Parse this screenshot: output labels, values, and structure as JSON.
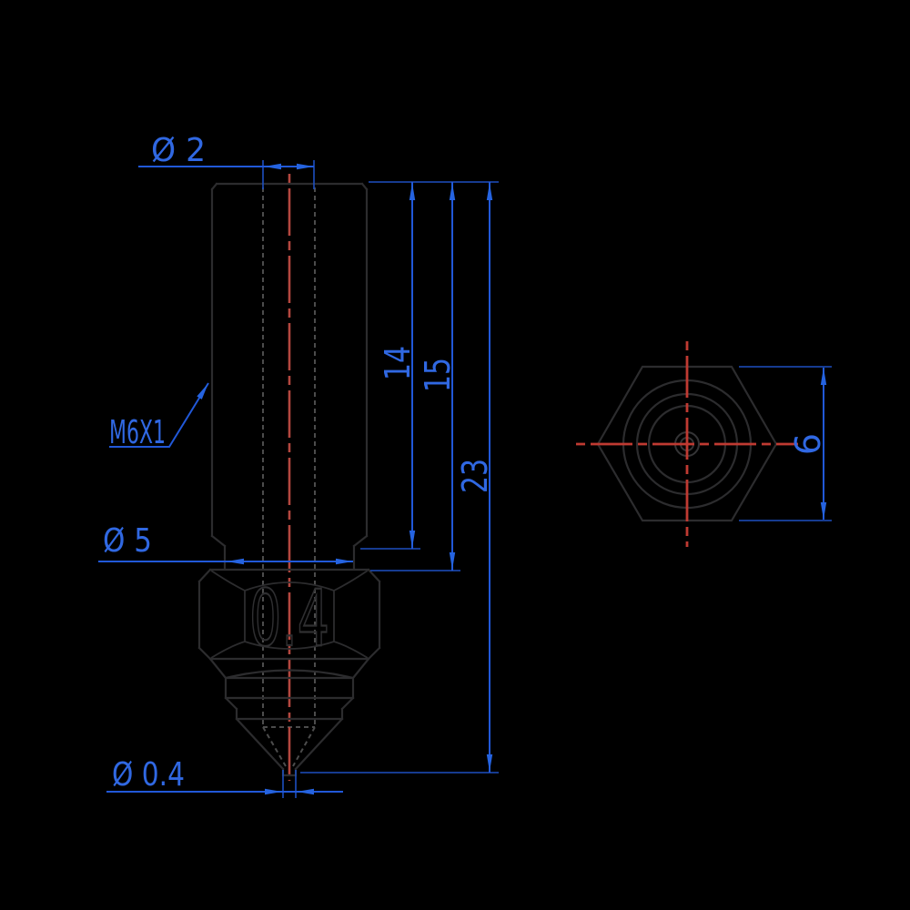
{
  "dims": {
    "bore_diameter": "Ø 2",
    "thread_spec": "M6X1",
    "shank_diameter": "Ø 5",
    "orifice_diameter": "Ø 0.4",
    "thread_length": "14",
    "length_to_hex": "15",
    "overall_length": "23",
    "hex_across_flats": "6"
  },
  "engraving": {
    "nozzle_size": "0.4"
  },
  "colors": {
    "background": "#000000",
    "part_outline": "#2c2c2e",
    "hidden_line": "#4c4c4c",
    "centerline_red": "#b4473f",
    "dimension_blue": "#2158d8",
    "dimension_text_blue": "#3068e2"
  }
}
